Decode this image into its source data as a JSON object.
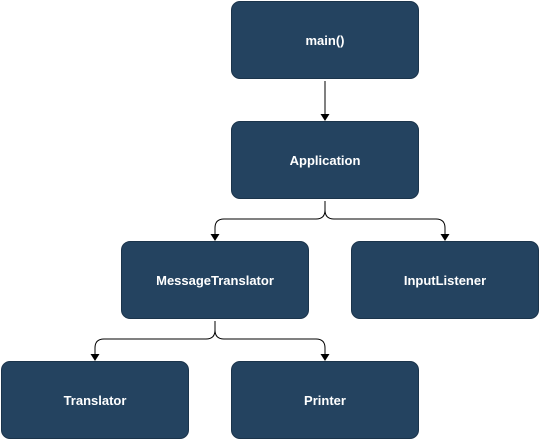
{
  "diagram": {
    "nodes": [
      {
        "id": "main",
        "label": "main()"
      },
      {
        "id": "application",
        "label": "Application"
      },
      {
        "id": "message_translator",
        "label": "MessageTranslator"
      },
      {
        "id": "input_listener",
        "label": "InputListener"
      },
      {
        "id": "translator",
        "label": "Translator"
      },
      {
        "id": "printer",
        "label": "Printer"
      }
    ],
    "edges": [
      {
        "from": "main",
        "to": "application"
      },
      {
        "from": "application",
        "to": "message_translator"
      },
      {
        "from": "application",
        "to": "input_listener"
      },
      {
        "from": "message_translator",
        "to": "translator"
      },
      {
        "from": "message_translator",
        "to": "printer"
      }
    ],
    "colors": {
      "node_fill": "#244360",
      "node_text": "#ffffff",
      "connector": "#000000"
    }
  }
}
